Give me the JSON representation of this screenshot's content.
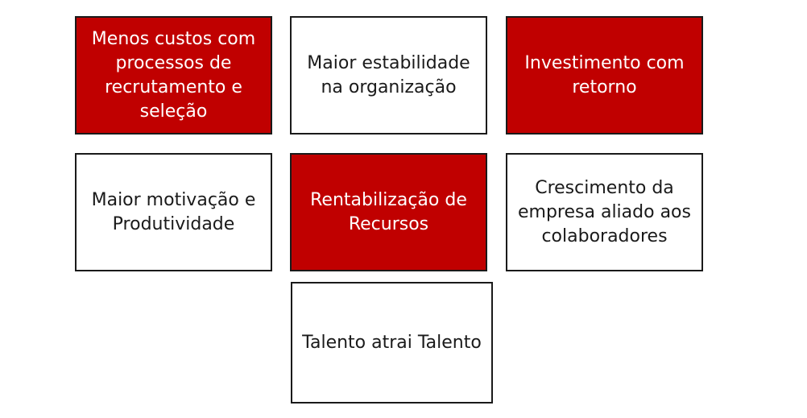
{
  "boxes": [
    {
      "text": "Menos custos com processos de recrutamento e seleção",
      "color": "#c00000"
    },
    {
      "text": "Maior estabilidade na organização",
      "color": "#ffffff"
    },
    {
      "text": "Investimento com retorno",
      "color": "#c00000"
    },
    {
      "text": "Maior motivação e Produtividade",
      "color": "#ffffff"
    },
    {
      "text": "Rentabilização de Recursos",
      "color": "#c00000"
    },
    {
      "text": "Crescimento da empresa aliado aos colaboradores",
      "color": "#ffffff"
    },
    {
      "text": "Talento atrai Talento",
      "color": "#ffffff"
    }
  ]
}
